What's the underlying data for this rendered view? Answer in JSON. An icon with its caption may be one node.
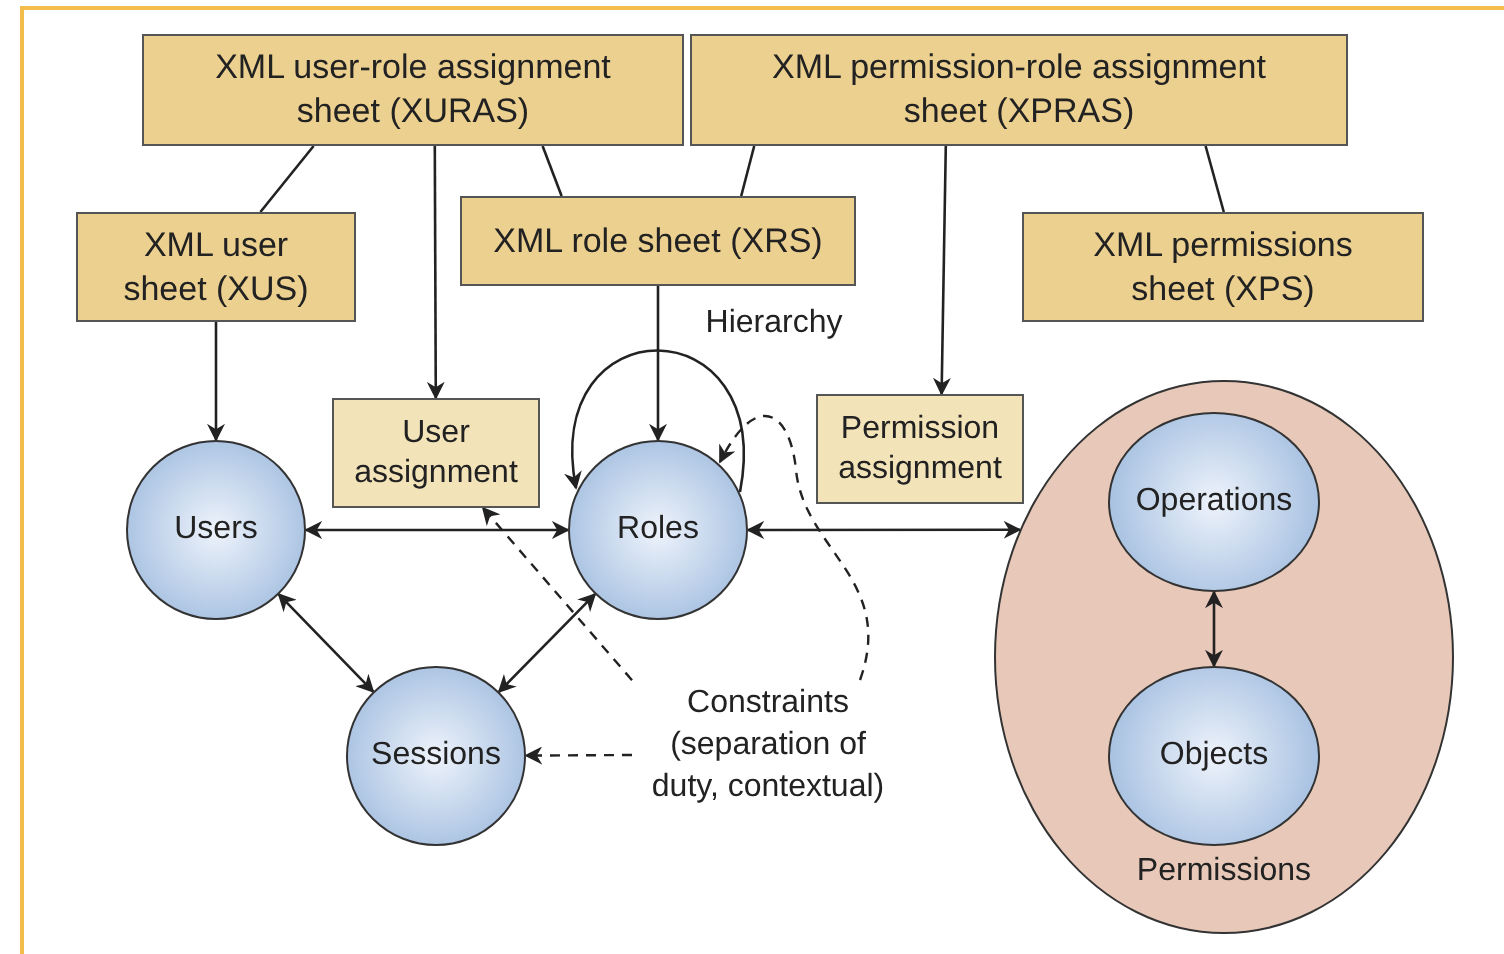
{
  "diagram": {
    "nodes": [
      {
        "text": [
          "XML user-role assignment sheet (XURAS)"
        ]
      },
      {
        "text": [
          "XML permission-role assignment sheet (XPRAS)"
        ]
      },
      {
        "text": [
          "XML user sheet (XUS)"
        ]
      },
      {
        "text": [
          "XML role sheet (XRS)"
        ]
      },
      {
        "text": [
          "XML permissions sheet (XPS)"
        ]
      },
      {
        "text": [
          "User assignment"
        ]
      },
      {
        "text": [
          "Permission assignment"
        ]
      },
      {
        "text": [
          "Users"
        ]
      },
      {
        "text": [
          "Roles"
        ]
      },
      {
        "text": [
          "Sessions"
        ]
      },
      {
        "text": [
          "Permissions"
        ]
      },
      {
        "text": [
          "Operations"
        ],
        "in": 10
      },
      {
        "text": [
          "Objects"
        ],
        "in": 10
      },
      {
        "text": [
          "Constraints (separation of duty, contextual)"
        ]
      }
    ],
    "edges": [
      {
        "from": 0,
        "to": 2,
        "arrow": "none"
      },
      {
        "from": 0,
        "to": 5,
        "arrow": "to"
      },
      {
        "from": 0,
        "to": 3,
        "arrow": "none"
      },
      {
        "from": 1,
        "to": 3,
        "arrow": "none"
      },
      {
        "from": 1,
        "to": 6,
        "arrow": "to"
      },
      {
        "from": 1,
        "to": 4,
        "arrow": "none"
      },
      {
        "from": 2,
        "to": 7,
        "arrow": "to"
      },
      {
        "from": 3,
        "to": 8,
        "arrow": "to"
      },
      {
        "from": 8,
        "to": 8,
        "arrow": "to",
        "label": "Hierarchy"
      },
      {
        "from": 7,
        "to": 8,
        "arrow": "both"
      },
      {
        "from": 8,
        "to": 10,
        "arrow": "both"
      },
      {
        "from": 7,
        "to": 9,
        "arrow": "both"
      },
      {
        "from": 8,
        "to": 9,
        "arrow": "both"
      },
      {
        "from": 11,
        "to": 12,
        "arrow": "both"
      },
      {
        "from": 13,
        "to": 5,
        "arrow": "to",
        "style": "dashed"
      },
      {
        "from": 13,
        "to": 9,
        "arrow": "to",
        "style": "dashed"
      },
      {
        "from": 13,
        "to": 8,
        "arrow": "to",
        "style": "dashed"
      }
    ]
  }
}
